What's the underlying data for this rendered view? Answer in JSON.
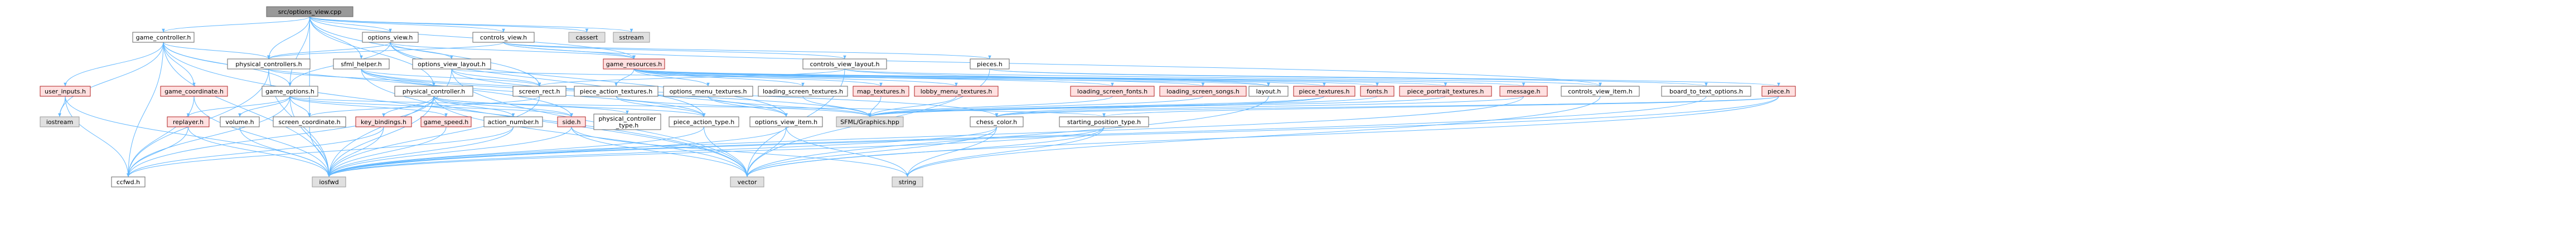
{
  "graph": {
    "colors": {
      "root_fill": "#999999",
      "project_fill": "#ffffff",
      "project_border": "#666666",
      "system_fill": "#e0e0e0",
      "system_border": "#999999",
      "missing_fill": "#ffe0e0",
      "missing_border": "#b22222",
      "edge": "#63b8ff"
    },
    "nodes": [
      {
        "id": "root",
        "label": "src/options_view.cpp",
        "kind": "root"
      },
      {
        "id": "game_controller_h",
        "label": "game_controller.h",
        "kind": "project"
      },
      {
        "id": "options_view_h",
        "label": "options_view.h",
        "kind": "project"
      },
      {
        "id": "controls_view_h",
        "label": "controls_view.h",
        "kind": "project"
      },
      {
        "id": "cassert",
        "label": "cassert",
        "kind": "system"
      },
      {
        "id": "iostream",
        "label": "iostream",
        "kind": "system"
      },
      {
        "id": "physical_controllers_h",
        "label": "physical_controllers.h",
        "kind": "project"
      },
      {
        "id": "sfml_helper_h",
        "label": "sfml_helper.h",
        "kind": "project"
      },
      {
        "id": "options_view_layout_h",
        "label": "options_view_layout.h",
        "kind": "project"
      },
      {
        "id": "game_resources_h",
        "label": "game_resources.h",
        "kind": "missing"
      },
      {
        "id": "controls_view_layout_h",
        "label": "controls_view_layout.h",
        "kind": "project"
      },
      {
        "id": "pieces_h",
        "label": "pieces.h",
        "kind": "project"
      },
      {
        "id": "user_inputs_h",
        "label": "user_inputs.h",
        "kind": "missing"
      },
      {
        "id": "game_coordinate_h",
        "label": "game_coordinate.h",
        "kind": "missing"
      },
      {
        "id": "game_options_h",
        "label": "game_options.h",
        "kind": "project"
      },
      {
        "id": "physical_controller_h",
        "label": "physical_controller.h",
        "kind": "project"
      },
      {
        "id": "screen_rect_h",
        "label": "screen_rect.h",
        "kind": "project"
      },
      {
        "id": "piece_action_textures_h",
        "label": "piece_action_textures.h",
        "kind": "project"
      },
      {
        "id": "options_menu_textures_h",
        "label": "options_menu_textures.h",
        "kind": "project"
      },
      {
        "id": "loading_screen_textures_h",
        "label": "loading_screen_textures.h",
        "kind": "project"
      },
      {
        "id": "map_textures_h",
        "label": "map_textures.h",
        "kind": "missing"
      },
      {
        "id": "lobby_menu_textures_h",
        "label": "lobby_menu_textures.h",
        "kind": "missing"
      },
      {
        "id": "loading_screen_fonts_h",
        "label": "loading_screen_fonts.h",
        "kind": "missing"
      },
      {
        "id": "loading_screen_songs_h",
        "label": "loading_screen_songs.h",
        "kind": "missing"
      },
      {
        "id": "layout_h",
        "label": "layout.h",
        "kind": "project"
      },
      {
        "id": "piece_textures_h",
        "label": "piece_textures.h",
        "kind": "missing"
      },
      {
        "id": "fonts_h",
        "label": "fonts.h",
        "kind": "missing"
      },
      {
        "id": "piece_portrait_textures_h",
        "label": "piece_portrait_textures.h",
        "kind": "missing"
      },
      {
        "id": "message_h",
        "label": "message.h",
        "kind": "missing"
      },
      {
        "id": "controls_view_item_h",
        "label": "controls_view_item.h",
        "kind": "project"
      },
      {
        "id": "board_to_text_options_h",
        "label": "board_to_text_options.h",
        "kind": "project"
      },
      {
        "id": "piece_h",
        "label": "piece.h",
        "kind": "missing"
      },
      {
        "id": "replayer_h",
        "label": "replayer.h",
        "kind": "missing"
      },
      {
        "id": "volume_h",
        "label": "volume.h",
        "kind": "project"
      },
      {
        "id": "screen_coordinate_h",
        "label": "screen_coordinate.h",
        "kind": "project"
      },
      {
        "id": "key_bindings_h",
        "label": "key_bindings.h",
        "kind": "missing"
      },
      {
        "id": "game_speed_h",
        "label": "game_speed.h",
        "kind": "missing"
      },
      {
        "id": "action_number_h",
        "label": "action_number.h",
        "kind": "project"
      },
      {
        "id": "side_h",
        "label": "side.h",
        "kind": "missing"
      },
      {
        "id": "physical_controller_type_h",
        "label": "physical_controller\n_type.h",
        "kind": "project"
      },
      {
        "id": "piece_action_type_h",
        "label": "piece_action_type.h",
        "kind": "project"
      },
      {
        "id": "options_view_item_h",
        "label": "options_view_item.h",
        "kind": "project"
      },
      {
        "id": "sfml_graphics_hpp",
        "label": "SFML/Graphics.hpp",
        "kind": "system"
      },
      {
        "id": "chess_color_h",
        "label": "chess_color.h",
        "kind": "project"
      },
      {
        "id": "starting_position_type_h",
        "label": "starting_position_type.h",
        "kind": "project"
      },
      {
        "id": "ccfwd_h",
        "label": "ccfwd.h",
        "kind": "project"
      },
      {
        "id": "iosfwd",
        "label": "iosfwd",
        "kind": "system"
      },
      {
        "id": "vector",
        "label": "vector",
        "kind": "system"
      },
      {
        "id": "string",
        "label": "string",
        "kind": "system"
      }
    ],
    "edges": [
      [
        "root",
        "game_controller_h"
      ],
      [
        "root",
        "options_view_h"
      ],
      [
        "root",
        "controls_view_h"
      ],
      [
        "root",
        "cassert"
      ],
      [
        "root",
        "sstream"
      ],
      [
        "root",
        "physical_controllers_h"
      ],
      [
        "root",
        "sfml_helper_h"
      ],
      [
        "root",
        "game_resources_h"
      ],
      [
        "root",
        "screen_rect_h"
      ],
      [
        "root",
        "physical_controller_h"
      ],
      [
        "root",
        "game_options_h"
      ],
      [
        "root",
        "screen_coordinate_h"
      ],
      [
        "game_controller_h",
        "physical_controllers_h"
      ],
      [
        "game_controller_h",
        "user_inputs_h"
      ],
      [
        "game_controller_h",
        "game_coordinate_h"
      ],
      [
        "game_controller_h",
        "iostream"
      ],
      [
        "game_controller_h",
        "ccfwd_h"
      ],
      [
        "game_controller_h",
        "iosfwd"
      ],
      [
        "game_controller_h",
        "vector"
      ],
      [
        "game_controller_h",
        "side_h"
      ],
      [
        "game_controller_h",
        "game_options_h"
      ],
      [
        "options_view_h",
        "options_view_layout_h"
      ],
      [
        "options_view_h",
        "game_options_h"
      ],
      [
        "options_view_h",
        "physical_controllers_h"
      ],
      [
        "options_view_h",
        "game_resources_h"
      ],
      [
        "options_view_h",
        "options_view_item_h"
      ],
      [
        "options_view_h",
        "piece_action_type_h"
      ],
      [
        "controls_view_h",
        "controls_view_layout_h"
      ],
      [
        "controls_view_h",
        "game_resources_h"
      ],
      [
        "controls_view_h",
        "physical_controllers_h"
      ],
      [
        "controls_view_h",
        "pieces_h"
      ],
      [
        "controls_view_h",
        "controls_view_item_h"
      ],
      [
        "physical_controllers_h",
        "physical_controller_h"
      ],
      [
        "physical_controllers_h",
        "ccfwd_h"
      ],
      [
        "physical_controllers_h",
        "iosfwd"
      ],
      [
        "sfml_helper_h",
        "screen_rect_h"
      ],
      [
        "sfml_helper_h",
        "chess_color_h"
      ],
      [
        "sfml_helper_h",
        "sfml_graphics_hpp"
      ],
      [
        "sfml_helper_h",
        "vector"
      ],
      [
        "sfml_helper_h",
        "piece_action_type_h"
      ],
      [
        "options_view_layout_h",
        "screen_rect_h"
      ],
      [
        "options_view_layout_h",
        "options_view_item_h"
      ],
      [
        "options_view_layout_h",
        "layout_h"
      ],
      [
        "options_view_layout_h",
        "iosfwd"
      ],
      [
        "options_view_layout_h",
        "vector"
      ],
      [
        "game_resources_h",
        "piece_action_textures_h"
      ],
      [
        "game_resources_h",
        "options_menu_textures_h"
      ],
      [
        "game_resources_h",
        "loading_screen_textures_h"
      ],
      [
        "game_resources_h",
        "map_textures_h"
      ],
      [
        "game_resources_h",
        "lobby_menu_textures_h"
      ],
      [
        "game_resources_h",
        "loading_screen_fonts_h"
      ],
      [
        "game_resources_h",
        "loading_screen_songs_h"
      ],
      [
        "game_resources_h",
        "piece_textures_h"
      ],
      [
        "game_resources_h",
        "fonts_h"
      ],
      [
        "game_resources_h",
        "piece_portrait_textures_h"
      ],
      [
        "game_resources_h",
        "message_h"
      ],
      [
        "controls_view_layout_h",
        "screen_rect_h"
      ],
      [
        "controls_view_layout_h",
        "controls_view_item_h"
      ],
      [
        "controls_view_layout_h",
        "layout_h"
      ],
      [
        "controls_view_layout_h",
        "vector"
      ],
      [
        "pieces_h",
        "board_to_text_options_h"
      ],
      [
        "pieces_h",
        "piece_h"
      ],
      [
        "pieces_h",
        "vector"
      ],
      [
        "user_inputs_h",
        "iostream"
      ],
      [
        "user_inputs_h",
        "ccfwd_h"
      ],
      [
        "user_inputs_h",
        "iosfwd"
      ],
      [
        "game_coordinate_h",
        "iosfwd"
      ],
      [
        "game_coordinate_h",
        "ccfwd_h"
      ],
      [
        "game_options_h",
        "replayer_h"
      ],
      [
        "game_options_h",
        "volume_h"
      ],
      [
        "game_options_h",
        "screen_coordinate_h"
      ],
      [
        "game_options_h",
        "ccfwd_h"
      ],
      [
        "game_options_h",
        "iosfwd"
      ],
      [
        "game_options_h",
        "starting_position_type_h"
      ],
      [
        "game_options_h",
        "game_speed_h"
      ],
      [
        "game_options_h",
        "side_h"
      ],
      [
        "physical_controller_h",
        "key_bindings_h"
      ],
      [
        "physical_controller_h",
        "action_number_h"
      ],
      [
        "physical_controller_h",
        "side_h"
      ],
      [
        "physical_controller_h",
        "physical_controller_type_h"
      ],
      [
        "physical_controller_h",
        "iosfwd"
      ],
      [
        "physical_controller_h",
        "piece_action_type_h"
      ],
      [
        "physical_controller_h",
        "ccfwd_h"
      ],
      [
        "physical_controller_h",
        "vector"
      ],
      [
        "screen_rect_h",
        "screen_coordinate_h"
      ],
      [
        "screen_rect_h",
        "iosfwd"
      ],
      [
        "piece_action_textures_h",
        "piece_action_type_h"
      ],
      [
        "piece_action_textures_h",
        "sfml_graphics_hpp"
      ],
      [
        "options_menu_textures_h",
        "options_view_item_h"
      ],
      [
        "options_menu_textures_h",
        "sfml_graphics_hpp"
      ],
      [
        "loading_screen_textures_h",
        "sfml_graphics_hpp"
      ],
      [
        "map_textures_h",
        "sfml_graphics_hpp"
      ],
      [
        "lobby_menu_textures_h",
        "sfml_graphics_hpp"
      ],
      [
        "loading_screen_fonts_h",
        "sfml_graphics_hpp"
      ],
      [
        "loading_screen_songs_h",
        "sfml_graphics_hpp"
      ],
      [
        "piece_textures_h",
        "chess_color_h"
      ],
      [
        "piece_textures_h",
        "sfml_graphics_hpp"
      ],
      [
        "fonts_h",
        "sfml_graphics_hpp"
      ],
      [
        "piece_portrait_textures_h",
        "sfml_graphics_hpp"
      ],
      [
        "message_h",
        "chess_color_h"
      ],
      [
        "message_h",
        "iosfwd"
      ],
      [
        "controls_view_item_h",
        "string"
      ],
      [
        "board_to_text_options_h",
        "iosfwd"
      ],
      [
        "piece_h",
        "chess_color_h"
      ],
      [
        "piece_h",
        "iosfwd"
      ],
      [
        "piece_h",
        "vector"
      ],
      [
        "piece_h",
        "starting_position_type_h"
      ],
      [
        "replayer_h",
        "ccfwd_h"
      ],
      [
        "replayer_h",
        "iosfwd"
      ],
      [
        "volume_h",
        "iosfwd"
      ],
      [
        "screen_coordinate_h",
        "iosfwd"
      ],
      [
        "key_bindings_h",
        "iosfwd"
      ],
      [
        "key_bindings_h",
        "ccfwd_h"
      ],
      [
        "game_speed_h",
        "iosfwd"
      ],
      [
        "action_number_h",
        "iosfwd"
      ],
      [
        "action_number_h",
        "ccfwd_h"
      ],
      [
        "side_h",
        "iosfwd"
      ],
      [
        "side_h",
        "vector"
      ],
      [
        "side_h",
        "string"
      ],
      [
        "piece_action_type_h",
        "iosfwd"
      ],
      [
        "piece_action_type_h",
        "vector"
      ],
      [
        "options_view_item_h",
        "iosfwd"
      ],
      [
        "options_view_item_h",
        "string"
      ],
      [
        "options_view_item_h",
        "vector"
      ],
      [
        "chess_color_h",
        "iosfwd"
      ],
      [
        "chess_color_h",
        "vector"
      ],
      [
        "chess_color_h",
        "string"
      ],
      [
        "starting_position_type_h",
        "iosfwd"
      ],
      [
        "starting_position_type_h",
        "vector"
      ],
      [
        "starting_position_type_h",
        "string"
      ],
      [
        "layout_h",
        "vector"
      ]
    ]
  },
  "extra_nodes": [
    {
      "id": "sstream",
      "label": "sstream",
      "kind": "system"
    }
  ]
}
